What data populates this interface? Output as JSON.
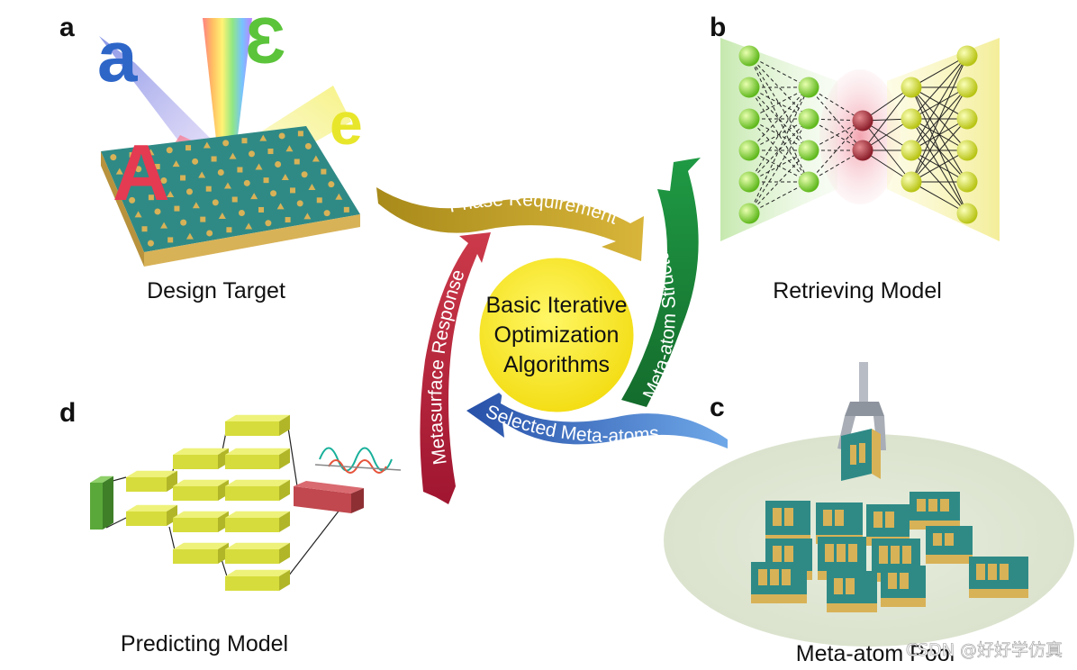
{
  "panels": {
    "a": {
      "letter": "a",
      "caption": "Design Target"
    },
    "b": {
      "letter": "b",
      "caption": "Retrieving Model"
    },
    "c": {
      "letter": "c",
      "caption": "Meta-atom Pool"
    },
    "d": {
      "letter": "d",
      "caption": "Predicting Model"
    }
  },
  "center": {
    "line1": "Basic Iterative",
    "line2": "Optimization",
    "line3": "Algorithms"
  },
  "cycle_arrows": {
    "top": "Phase Requirement",
    "right": "Meta-atom Structure",
    "bottom": "Selected Meta-atoms",
    "left": "Metasurface Response"
  },
  "letters_3d": {
    "a_small": "a",
    "a_big": "A",
    "e_small": "e",
    "e_big": "Ɛ"
  },
  "watermark": "CSDN @好好学仿真",
  "colors": {
    "top_arrow": "#c9a227",
    "right_arrow": "#1e8a3e",
    "bottom_arrow": "#2f64b8",
    "left_arrow": "#b8203a",
    "center_circle": "#ffee33",
    "neuron_green": "#7ed321",
    "neuron_red": "#b2383f",
    "neuron_yellow": "#d4e021",
    "substrate": "#2f8a86",
    "gold": "#d8b257"
  }
}
